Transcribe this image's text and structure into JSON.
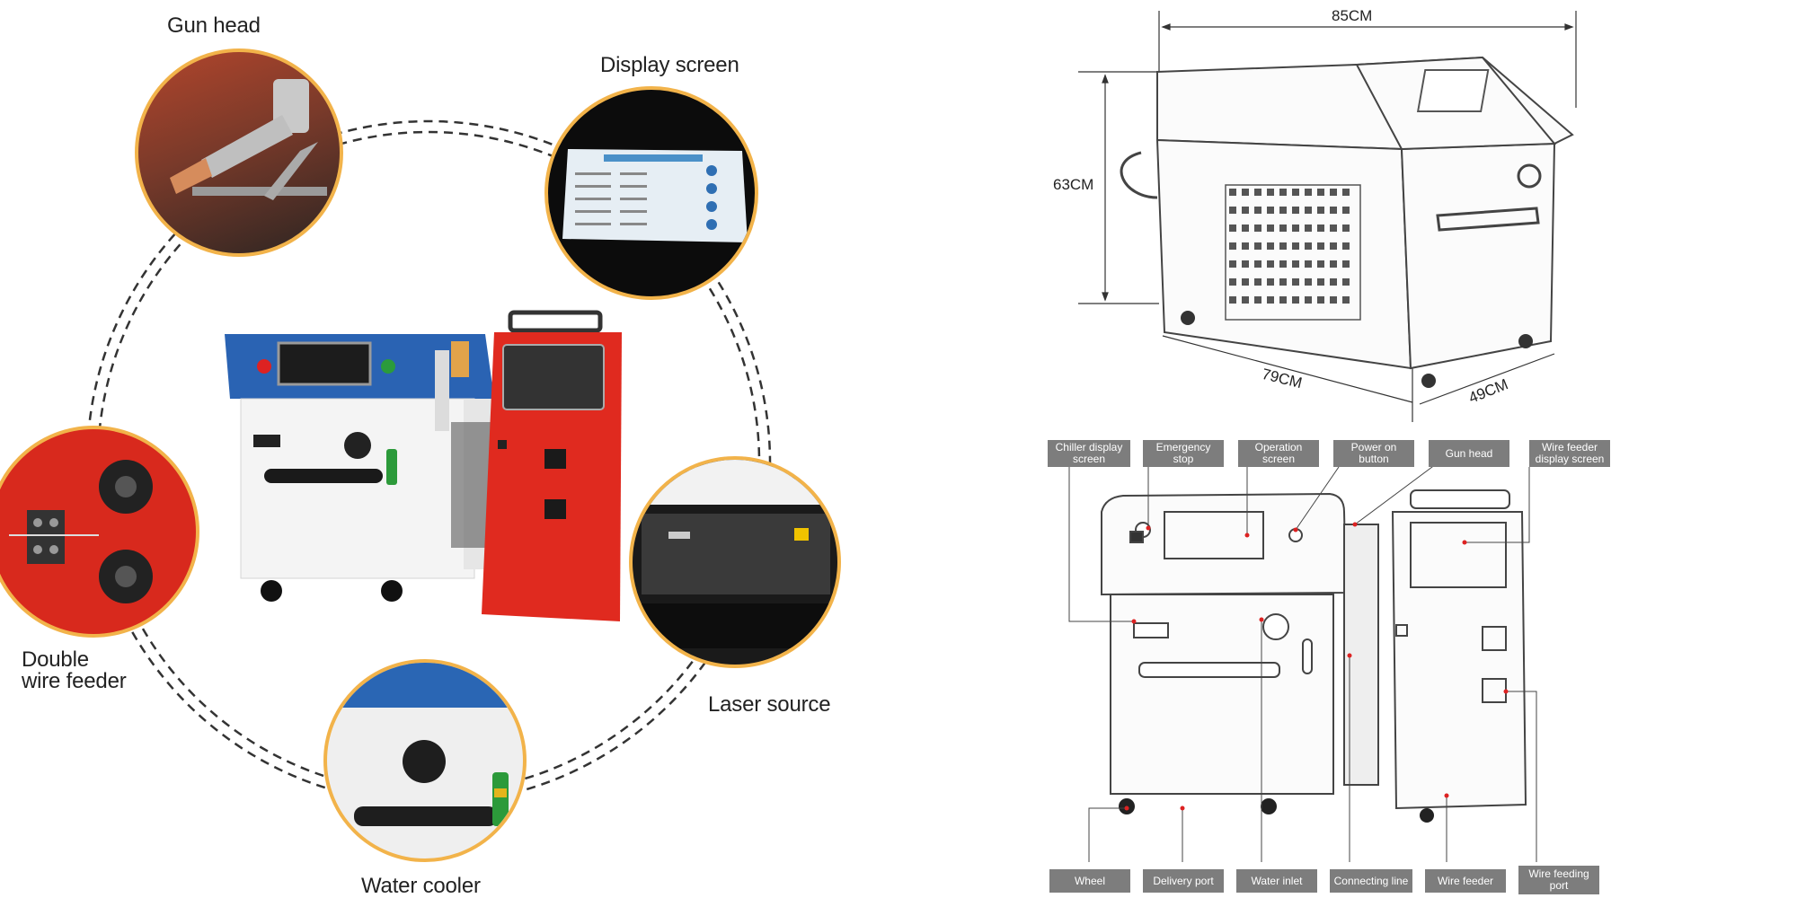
{
  "left_panel": {
    "labels": {
      "gun_head": "Gun head",
      "display_screen": "Display screen",
      "double_wire_feeder_line1": "Double",
      "double_wire_feeder_line2": "wire feeder",
      "laser_source": "Laser source",
      "water_cooler": "Water cooler"
    },
    "ring_color": "#f2b34a"
  },
  "right_panel": {
    "dimensions": {
      "length": "85CM",
      "height": "63CM",
      "depth": "79CM",
      "width": "49CM"
    },
    "top_callouts": [
      {
        "line1": "Chiller display",
        "line2": "screen"
      },
      {
        "line1": "Emergency",
        "line2": "stop"
      },
      {
        "line1": "Operation",
        "line2": "screen"
      },
      {
        "line1": "Power on",
        "line2": "button"
      },
      {
        "line1": "Gun head",
        "line2": ""
      },
      {
        "line1": "Wire feeder",
        "line2": "display screen"
      }
    ],
    "bottom_callouts": [
      {
        "line1": "Wheel",
        "line2": ""
      },
      {
        "line1": "Delivery port",
        "line2": ""
      },
      {
        "line1": "Water inlet",
        "line2": ""
      },
      {
        "line1": "Connecting line",
        "line2": ""
      },
      {
        "line1": "Wire feeder",
        "line2": ""
      },
      {
        "line1": "Wire feeding",
        "line2": "port"
      }
    ],
    "tag_color": "#7d7d7d"
  }
}
